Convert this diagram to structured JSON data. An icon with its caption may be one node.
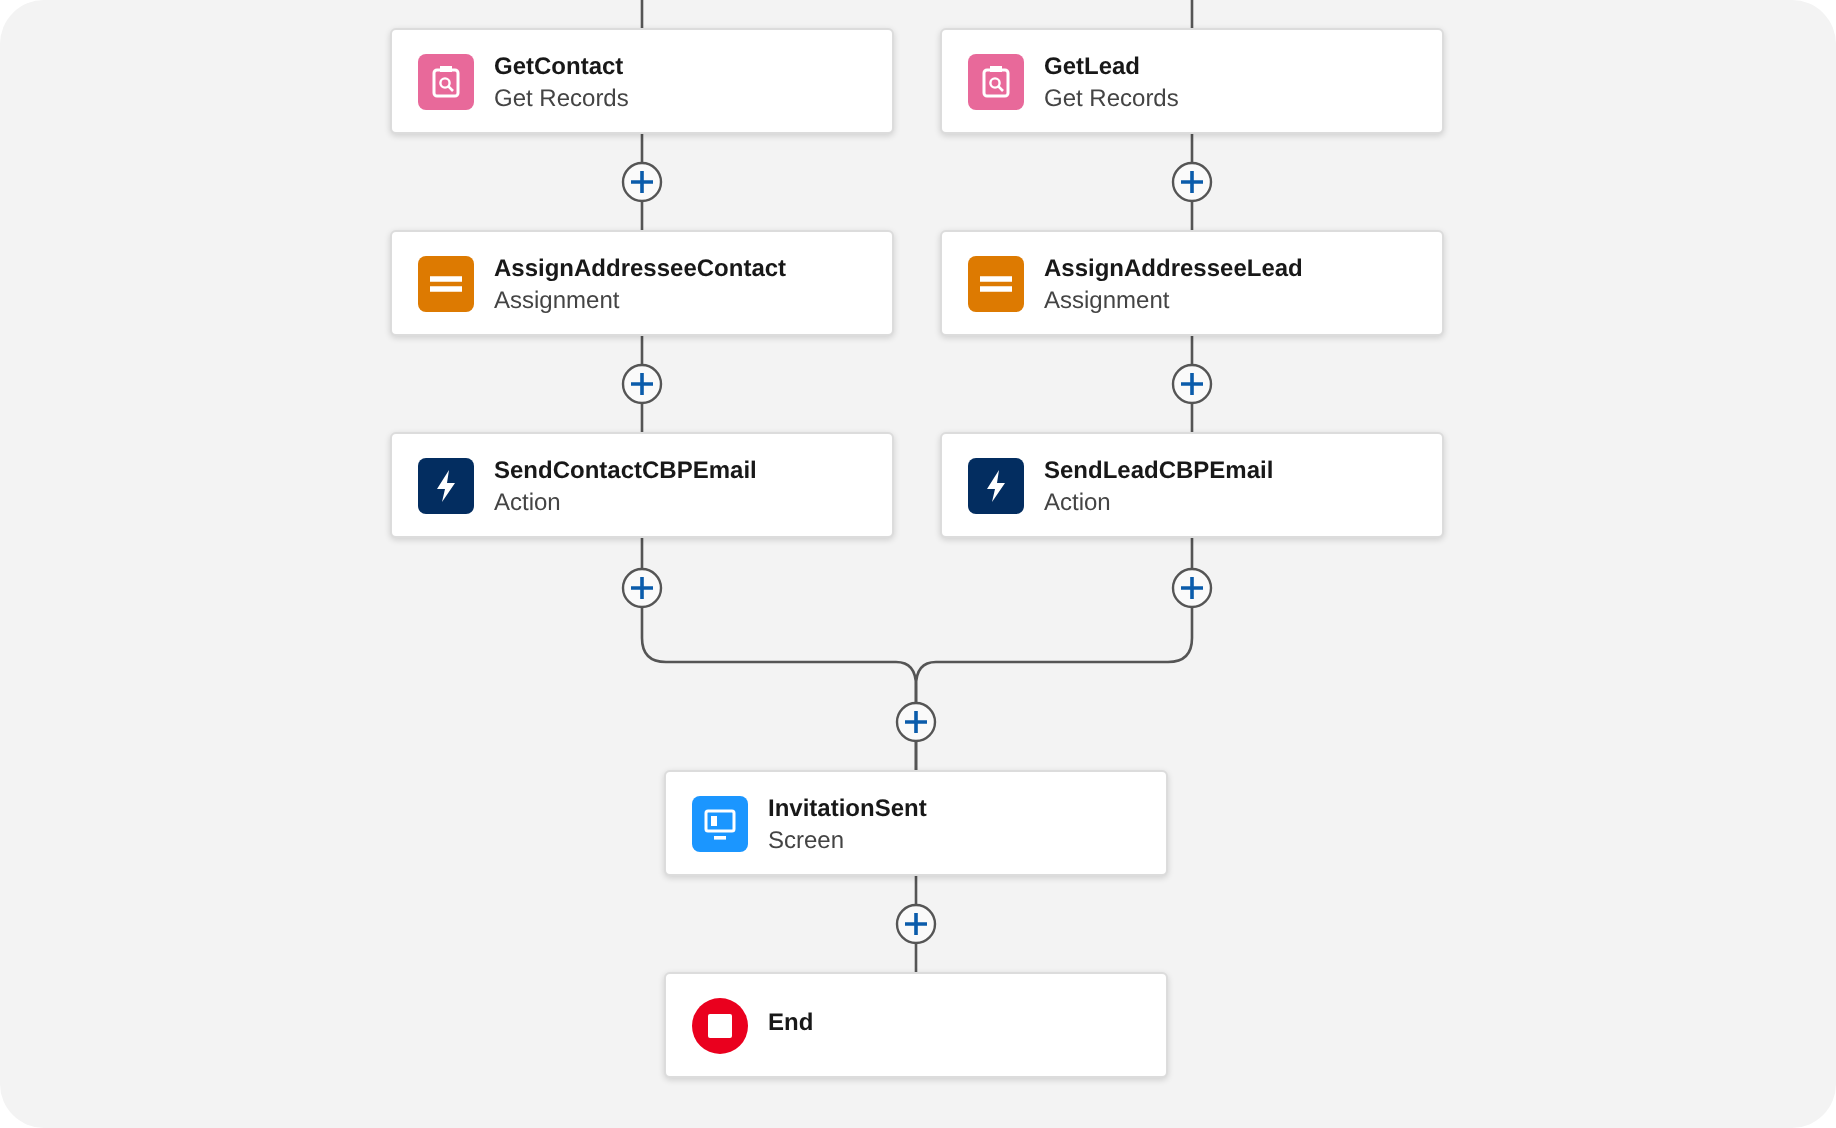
{
  "diagram": {
    "nodes": [
      {
        "text": [
          "GetContact",
          "Get Records"
        ]
      },
      {
        "text": [
          "GetLead",
          "Get Records"
        ]
      },
      {
        "text": [
          "AssignAddresseeContact",
          "Assignment"
        ]
      },
      {
        "text": [
          "AssignAddresseeLead",
          "Assignment"
        ]
      },
      {
        "text": [
          "SendContactCBPEmail",
          "Action"
        ]
      },
      {
        "text": [
          "SendLeadCBPEmail",
          "Action"
        ]
      },
      {
        "text": [
          "InvitationSent",
          "Screen"
        ]
      },
      {
        "text": [
          "End"
        ]
      }
    ],
    "edges": [
      {
        "from": null,
        "to": 0,
        "arrow": "none"
      },
      {
        "from": null,
        "to": 1,
        "arrow": "none"
      },
      {
        "from": 0,
        "to": 2,
        "arrow": "none"
      },
      {
        "from": 1,
        "to": 3,
        "arrow": "none"
      },
      {
        "from": 2,
        "to": 4,
        "arrow": "none"
      },
      {
        "from": 3,
        "to": 5,
        "arrow": "none"
      },
      {
        "from": 4,
        "to": 6,
        "arrow": "none"
      },
      {
        "from": 5,
        "to": 6,
        "arrow": "none"
      },
      {
        "from": 6,
        "to": 7,
        "arrow": "none"
      }
    ]
  }
}
